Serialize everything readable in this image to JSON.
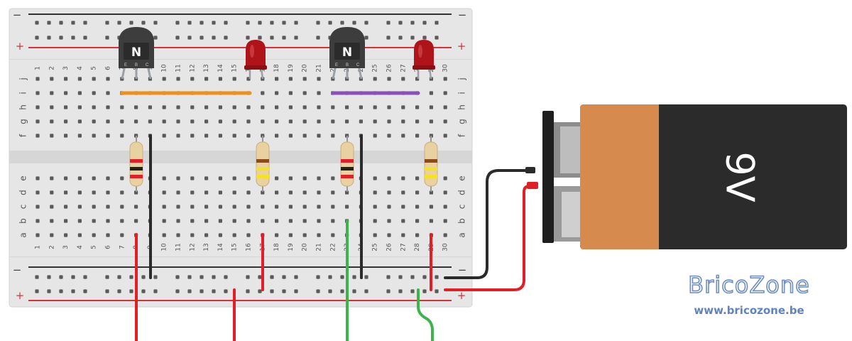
{
  "breadboard": {
    "columns": 30,
    "row_labels_top": [
      "j",
      "i",
      "h",
      "g",
      "f"
    ],
    "row_labels_bottom": [
      "e",
      "d",
      "c",
      "b",
      "a"
    ],
    "rail_minus_label": "−",
    "rail_plus_label": "+"
  },
  "transistors": [
    {
      "label": "N",
      "pins": [
        "E",
        "B",
        "C"
      ]
    },
    {
      "label": "N",
      "pins": [
        "E",
        "B",
        "C"
      ]
    }
  ],
  "battery": {
    "label": "9V"
  },
  "brand": {
    "name": "BricoZone",
    "url": "www.bricozone.be"
  },
  "colors": {
    "board": "#e6e6e6",
    "rail_red": "#d7323a",
    "rail_black": "#333333",
    "wire_red": "#e21f26",
    "wire_black": "#2b2b2b",
    "wire_green": "#3cb44a",
    "jumper_orange": "#f0901c",
    "jumper_purple": "#8a4fb8",
    "led_red": "#b0141b",
    "battery_copper": "#d68a4d",
    "battery_black": "#2b2b2b",
    "brand_blue": "#6f8fc0"
  }
}
